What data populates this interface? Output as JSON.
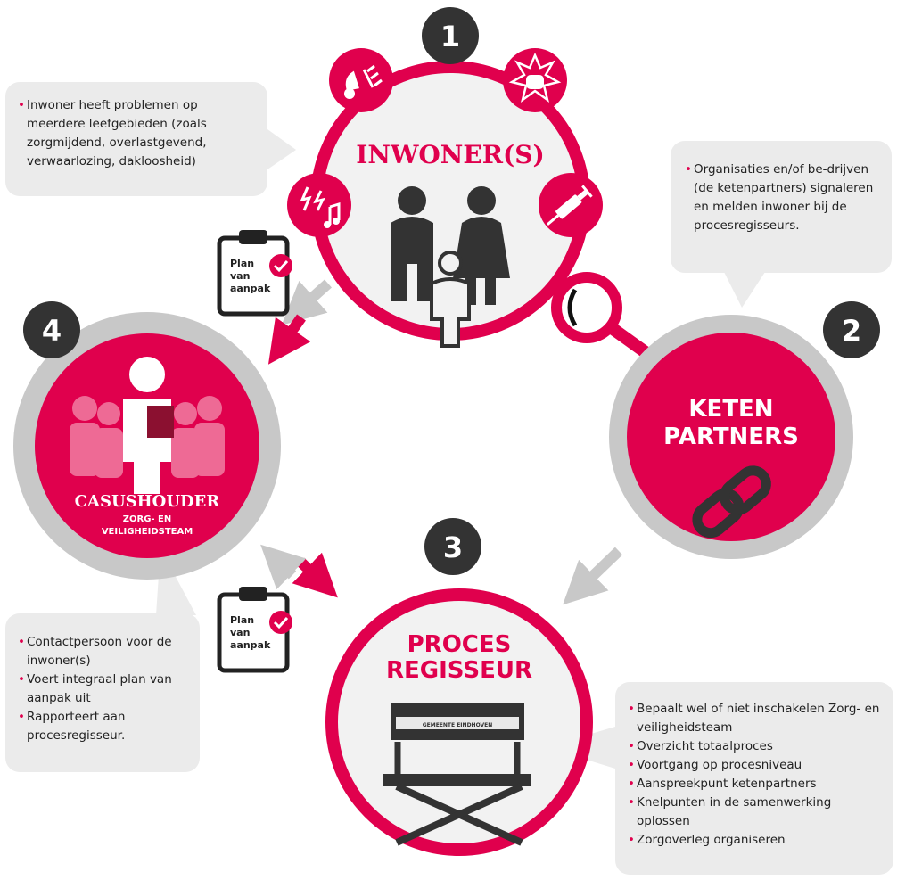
{
  "steps": [
    {
      "number": "1",
      "title": "INWONER(S)"
    },
    {
      "number": "2",
      "title_lines": [
        "KETEN",
        "PARTNERS"
      ]
    },
    {
      "number": "3",
      "title_lines": [
        "PROCES",
        "REGISSEUR"
      ],
      "chair_text": "GEMEENTE EINDHOVEN"
    },
    {
      "number": "4",
      "title": "CASUSHOUDER",
      "subtitle_lines": [
        "ZORG- EN",
        "VEILIGHEIDSTEAM"
      ]
    }
  ],
  "plan_label_lines": [
    "Plan",
    "van",
    "aanpak"
  ],
  "callouts": {
    "inwoner": [
      "Inwoner heeft problemen op meerdere leefgebieden (zoals zorgmijdend, overlastgevend, verwaarlozing, dakloosheid)"
    ],
    "ketenpartners": [
      "Organisaties en/of be-drijven (de ketenpartners) signaleren en melden inwoner bij de procesregisseurs."
    ],
    "casushouder": [
      "Contactpersoon voor de inwoner(s)",
      "Voert integraal plan van aanpak uit",
      "Rapporteert aan procesregisseur."
    ],
    "procesregisseur": [
      "Bepaalt wel of niet inschakelen Zorg- en veiligheidsteam",
      "Overzicht totaalproces",
      "Voortgang op procesniveau",
      "Aanspreekpunt ketenpartners",
      "Knelpunten in de samenwerking oplossen",
      "Zorgoverleg organiseren"
    ]
  },
  "colors": {
    "magenta": "#e0004d",
    "dark": "#333333",
    "gray": "#c8c8c8",
    "light": "#ebebeb"
  }
}
